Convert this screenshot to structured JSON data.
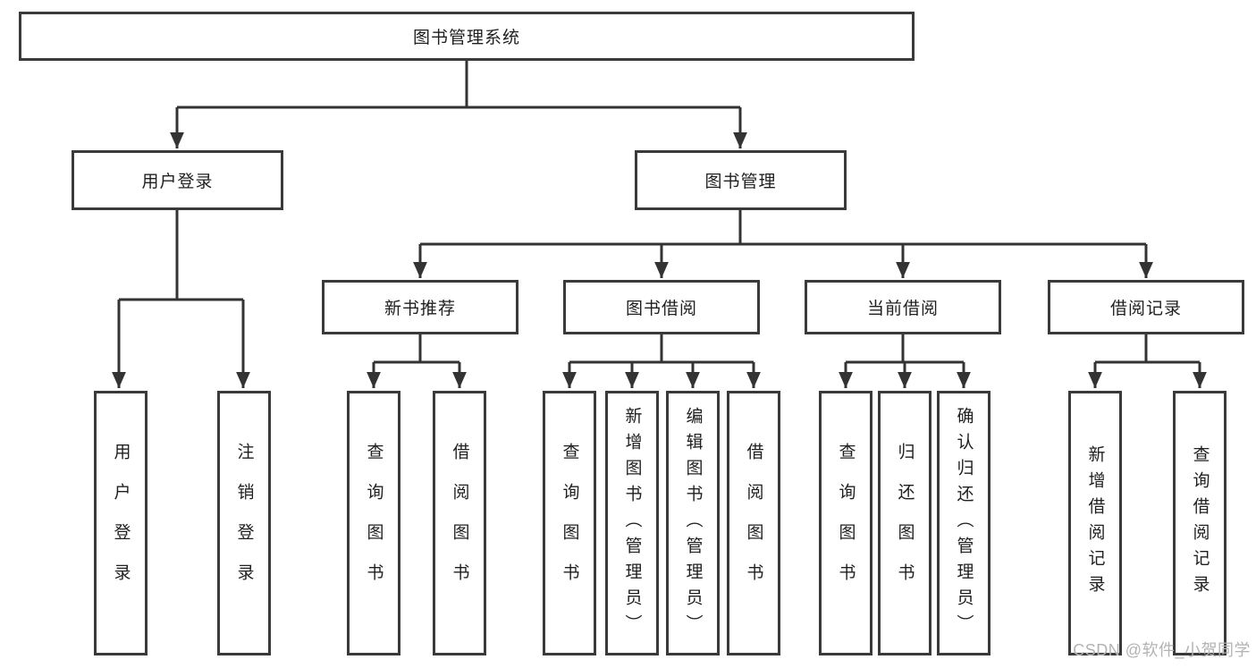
{
  "tree": {
    "root": {
      "label": "图书管理系统"
    },
    "level2": [
      {
        "label": "用户登录"
      },
      {
        "label": "图书管理"
      }
    ],
    "level3": [
      {
        "label": "新书推荐"
      },
      {
        "label": "图书借阅"
      },
      {
        "label": "当前借阅"
      },
      {
        "label": "借阅记录"
      }
    ],
    "leaves": [
      {
        "label": "用户登录"
      },
      {
        "label": "注销登录"
      },
      {
        "label": "查询图书"
      },
      {
        "label": "借阅图书"
      },
      {
        "label": "查询图书"
      },
      {
        "label": "新增图书（管理员）"
      },
      {
        "label": "编辑图书（管理员）"
      },
      {
        "label": "借阅图书"
      },
      {
        "label": "查询图书"
      },
      {
        "label": "归还图书"
      },
      {
        "label": "确认归还（管理员）"
      },
      {
        "label": "新增借阅记录"
      },
      {
        "label": "查询借阅记录"
      }
    ]
  },
  "watermark": "CSDN @软件_小贺同学",
  "colors": {
    "line": "#333333",
    "box_border": "#3a3a3a",
    "box_fill": "#ffffff",
    "text": "#1f1f1f",
    "watermark": "#b3b3b3",
    "background": "#ffffff"
  }
}
